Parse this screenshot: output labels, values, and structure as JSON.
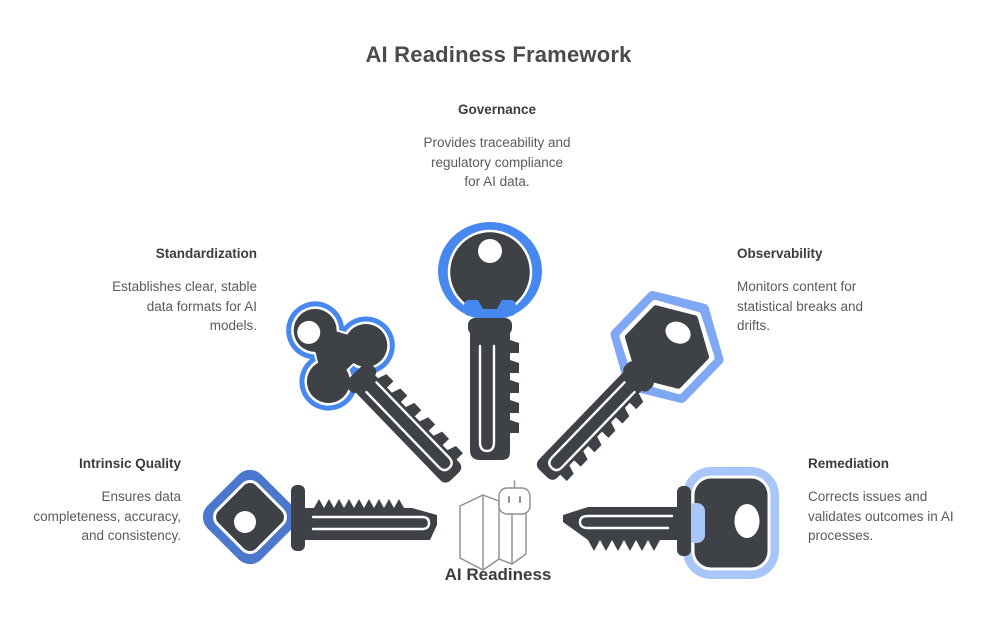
{
  "title": "AI Readiness Framework",
  "center_label": "AI Readiness",
  "sections": {
    "governance": {
      "heading": "Governance",
      "body": [
        "Provides traceability and",
        "regulatory compliance",
        "for AI data."
      ]
    },
    "standardization": {
      "heading": "Standardization",
      "body": [
        "Establishes clear, stable",
        "data formats for AI",
        "models."
      ]
    },
    "observability": {
      "heading": "Observability",
      "body": [
        "Monitors content for",
        "statistical breaks and",
        "drifts."
      ]
    },
    "intrinsic_quality": {
      "heading": "Intrinsic Quality",
      "body": [
        "Ensures data",
        "completeness, accuracy,",
        "and consistency."
      ]
    },
    "remediation": {
      "heading": "Remediation",
      "body": [
        "Corrects issues and",
        "validates outcomes in AI",
        "processes."
      ]
    }
  },
  "icons": {
    "governance": "key-round-head-icon",
    "standardization": "key-clover-head-icon",
    "observability": "key-hexagon-head-icon",
    "intrinsic_quality": "key-diamond-head-icon",
    "remediation": "key-rounded-square-head-icon",
    "center": [
      "map-icon",
      "robot-icon"
    ]
  },
  "colors": {
    "key-dark": "#3e4246",
    "blue-bright": "#4788f0",
    "blue-medium": "#4b78cc",
    "blue-light": "#7fa8f4",
    "blue-pale": "#a8c6f8",
    "icon-stroke": "#8d8d8d",
    "ink-title": "#4b4b4b",
    "ink-heading": "#3c3c3c",
    "ink-body": "#5a5a5a"
  }
}
